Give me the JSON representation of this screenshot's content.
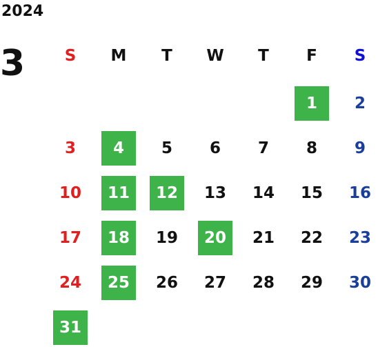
{
  "calendar": {
    "year": "2024",
    "month": "3",
    "weekdays": [
      "S",
      "M",
      "T",
      "W",
      "T",
      "F",
      "S"
    ],
    "colors": {
      "sunday": "#e02020",
      "saturday": "#1a3f9a",
      "saturday_header": "#1010d8",
      "highlight_bg": "#3db34a",
      "highlight_text": "#ffffff",
      "default_text": "#111111"
    },
    "weeks": [
      [
        null,
        null,
        null,
        null,
        null,
        "1",
        "2"
      ],
      [
        "3",
        "4",
        "5",
        "6",
        "7",
        "8",
        "9"
      ],
      [
        "10",
        "11",
        "12",
        "13",
        "14",
        "15",
        "16"
      ],
      [
        "17",
        "18",
        "19",
        "20",
        "21",
        "22",
        "23"
      ],
      [
        "24",
        "25",
        "26",
        "27",
        "28",
        "29",
        "30"
      ],
      [
        "31",
        null,
        null,
        null,
        null,
        null,
        null
      ]
    ],
    "highlighted_days": [
      "1",
      "4",
      "11",
      "12",
      "18",
      "20",
      "25",
      "31"
    ]
  }
}
